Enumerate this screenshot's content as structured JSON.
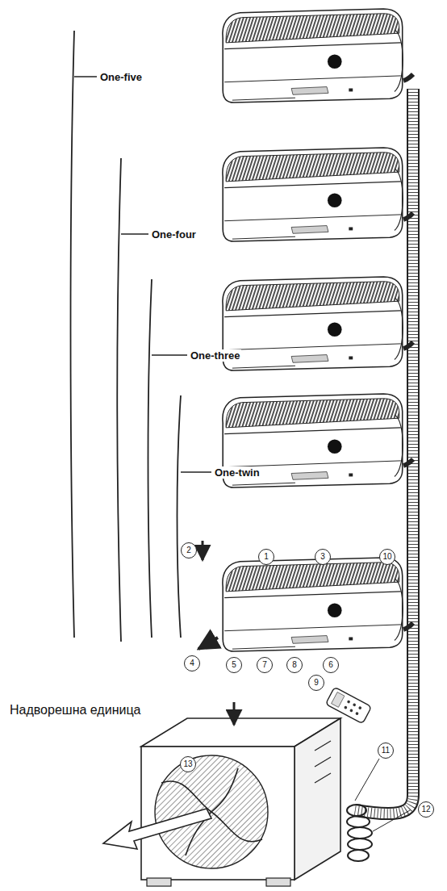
{
  "diagram": {
    "labels": [
      "One-five",
      "One-four",
      "One-three",
      "One-twin",
      "2",
      "1",
      "3",
      "10",
      "4",
      "5",
      "7",
      "8",
      "6",
      "9",
      "11",
      "12",
      "13",
      "Надворешна единица"
    ]
  }
}
